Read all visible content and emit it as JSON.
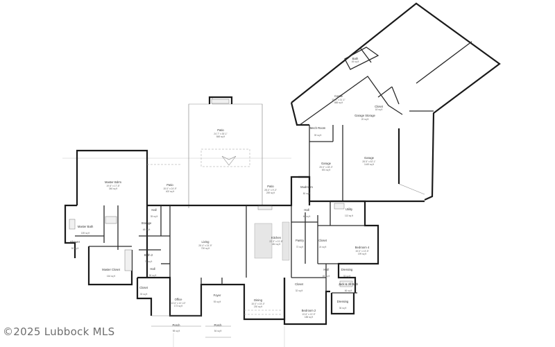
{
  "watermark": "©2025 Lubbock MLS",
  "rooms": {
    "castle": {
      "name": "Castle",
      "dim": "35'-0\" x 31'-1\"",
      "area": "888 sq ft"
    },
    "bath4": {
      "name": "Bath",
      "area": "45 sq ft"
    },
    "closet_g": {
      "name": "Closet",
      "area": "18 sq ft"
    },
    "garage_storage": {
      "name": "Garage Storage",
      "area": "20 sq ft"
    },
    "patio_top": {
      "name": "Patio",
      "dim": "24'-7\" x 35'-1\"",
      "area": "848 sq ft"
    },
    "mech": {
      "name": "Mech Room",
      "area": "39 sq ft"
    },
    "garage1": {
      "name": "Garage",
      "dim": "25'-0\" x 28'-3\"",
      "area": "691 sq ft"
    },
    "garage2": {
      "name": "Garage",
      "dim": "28'-5\" x 52'-1\"",
      "area": "1449 sq ft"
    },
    "master_bedroom": {
      "name": "Master Bdrm",
      "dim": "19'-6\" x 17'-8\"",
      "area": "346 sq ft"
    },
    "patio_l": {
      "name": "Patio",
      "dim": "15'-0\" x 24'-9\"",
      "area": "402 sq ft"
    },
    "patio_c": {
      "name": "Patio",
      "dim": "28'-0\" x 9'-3\"",
      "area": "259 sq ft"
    },
    "mudroom": {
      "name": "Mudroom",
      "area": "80 sq ft"
    },
    "hall1": {
      "name": "Hall",
      "area": "35 sq ft"
    },
    "hall2": {
      "name": "Hall",
      "area": "60 sq ft"
    },
    "utility": {
      "name": "Utility",
      "area": "113 sq ft"
    },
    "master_bath": {
      "name": "Master Bath",
      "area": "159 sq ft"
    },
    "storage": {
      "name": "Storage",
      "area": "48 sq ft"
    },
    "living": {
      "name": "Living",
      "dim": "28'-4\" x 24'-9\"",
      "area": "700 sq ft"
    },
    "kitchen": {
      "name": "Kitchen",
      "dim": "22'-3\" x 21'-8\"",
      "area": "481 sq ft"
    },
    "pantry": {
      "name": "Pantry",
      "area": "72 sq ft"
    },
    "closet1": {
      "name": "Closet",
      "area": "24 sq ft"
    },
    "bedroom4": {
      "name": "Bedroom 4",
      "dim": "15'-0\" x 13'-5\"",
      "area": "199 sq ft"
    },
    "shower": {
      "name": "Shower",
      "area": "50 sq ft"
    },
    "bath2": {
      "name": "Bath 2",
      "area": "70 sq ft"
    },
    "master_closet": {
      "name": "Master Closet",
      "area": "164 sq ft"
    },
    "hall3": {
      "name": "Hall",
      "area": "56 sq ft"
    },
    "hall4": {
      "name": "Hall",
      "area": "45 sq ft"
    },
    "dressing": {
      "name": "Dressing",
      "area": "33 sq ft"
    },
    "jack_bath": {
      "name": "Jack & Jill Bath",
      "area": "66 sq ft"
    },
    "closet2": {
      "name": "Closet",
      "area": "33 sq ft"
    },
    "closet3": {
      "name": "Closet",
      "area": "32 sq ft"
    },
    "office": {
      "name": "Office",
      "dim": "13'-6\" x 12'-10\"",
      "area": "173 sq ft"
    },
    "foyer": {
      "name": "Foyer",
      "area": "93 sq ft"
    },
    "dining": {
      "name": "Dining",
      "dim": "15'-0\" x 15'-0\"",
      "area": "230 sq ft"
    },
    "bedroom2": {
      "name": "Bedroom 2",
      "dim": "13'-6\" x 13'-9\"",
      "area": "188 sq ft"
    },
    "dressing2": {
      "name": "Dressing",
      "area": "36 sq ft"
    },
    "porch_l": {
      "name": "Porch",
      "area": "98 sq ft"
    },
    "porch_c": {
      "name": "Porch",
      "area": "54 sq ft"
    }
  }
}
